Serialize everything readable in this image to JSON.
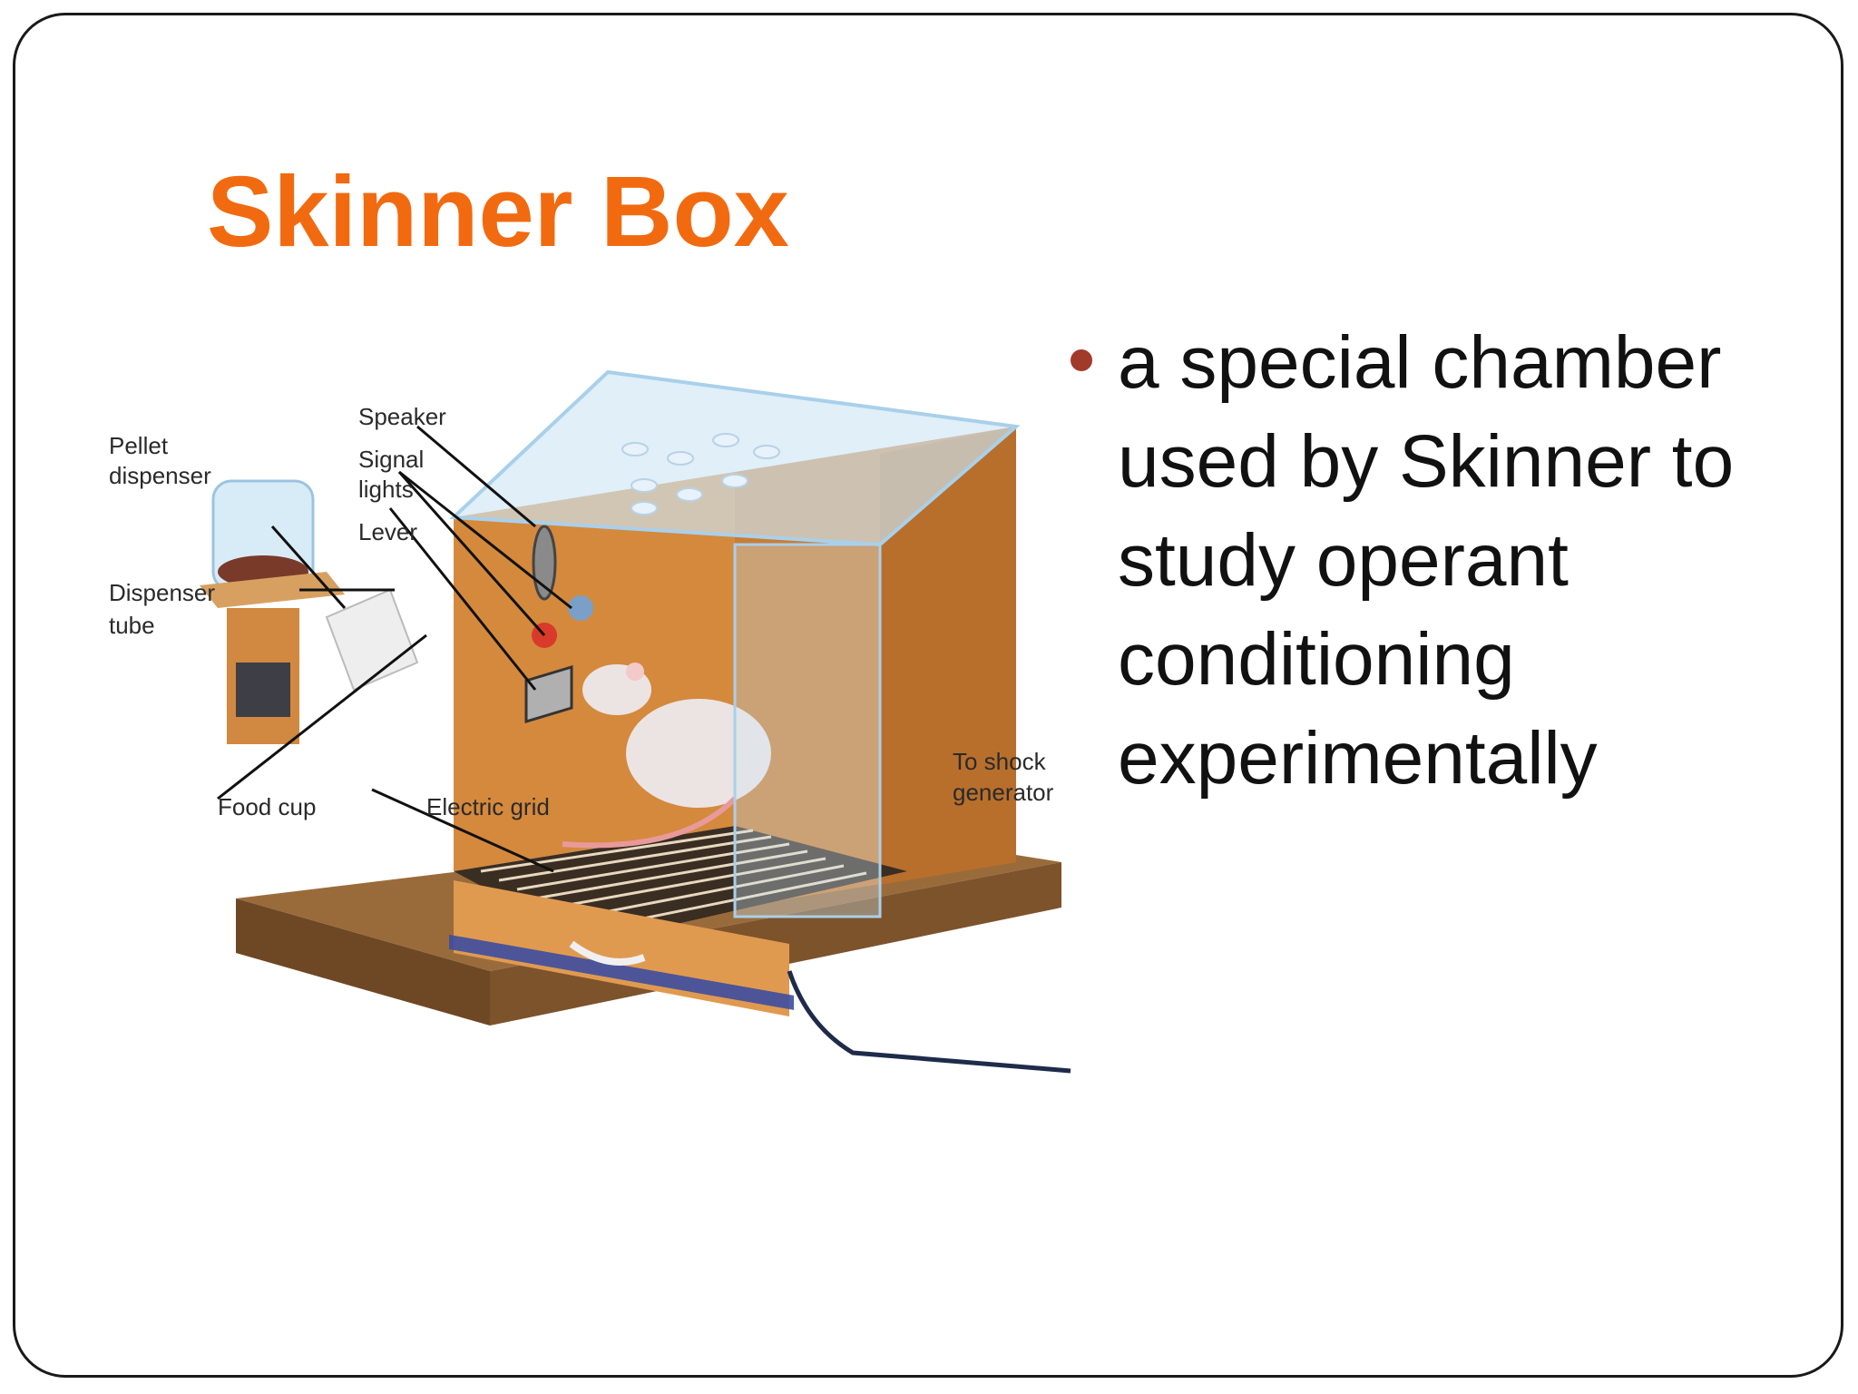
{
  "slide": {
    "title": "Skinner Box",
    "bullets": [
      {
        "text": "a special chamber used by Skinner to study operant conditioning experimentally"
      }
    ]
  },
  "figure": {
    "labels": {
      "speaker": "Speaker",
      "signal": "Signal",
      "lights": "lights",
      "lever": "Lever",
      "pellet": "Pellet",
      "dispenser": "dispenser",
      "dispenser2": "Dispenser",
      "tube": "tube",
      "food_cup": "Food cup",
      "electric_grid": "Electric grid",
      "to_shock": "To shock",
      "generator": "generator"
    }
  },
  "colors": {
    "title": "#f26a10",
    "bullet": "#a23a2a",
    "wood": "#d88a3c"
  }
}
